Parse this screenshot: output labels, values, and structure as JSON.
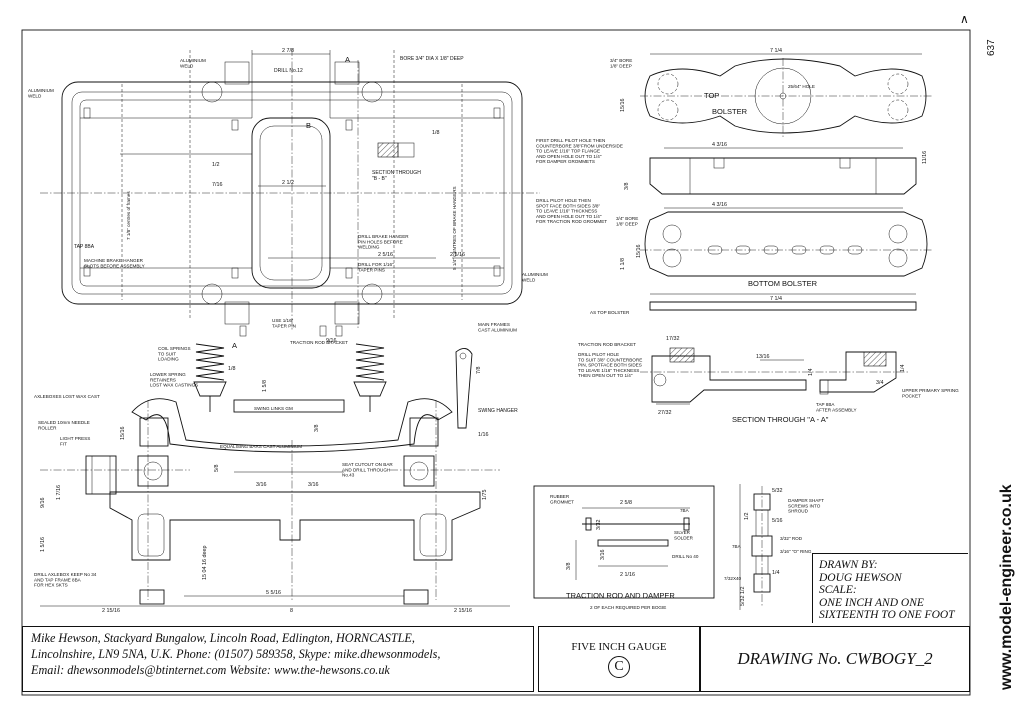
{
  "sheet_number": "637",
  "north_marker": "∧",
  "website_vertical": "www.model-engineer.co.uk",
  "title_block": {
    "address_lines": [
      "Mike Hewson, Stackyard Bungalow, Lincoln Road, Edlington, HORNCASTLE,",
      "Lincolnshire, LN9 5NA, U.K. Phone: (01507) 589358, Skype: mike.dhewsonmodels,",
      "Email: dhewsonmodels@btinternet.com Website: www.the-hewsons.co.uk"
    ],
    "gauge": "FIVE INCH GAUGE",
    "gauge_letter": "C",
    "drawing_number": "DRAWING No. CWBOGY_2",
    "drawn_by_label": "DRAWN BY:",
    "drawn_by": "DOUG HEWSON",
    "scale_label": "SCALE:",
    "scale_line1": "ONE INCH AND ONE",
    "scale_line2": "SIXTEENTH TO ONE FOOT"
  },
  "frame_view": {
    "labels": {
      "aluminium_weld_top": "ALUMINIUM\nWELD",
      "aluminium_weld_left": "ALUMINIUM\nWELD",
      "drill_no12": "DRILL No.12",
      "bore": "BORE 3/4\" DIA X 1/8\" DEEP",
      "section_a": "A",
      "section_bb": "SECTION THROUGH\n\"B - B\"",
      "centres_frames": "7 1/8\" centres of frames",
      "centres_brake": "5 1/4\" CENTRES OF BRAKE HANGERS",
      "tap_8ba": "TAP 8BA",
      "machine_brake": "MACHINE BRAKE HANGER\nSLOTS BEFORE ASSEMBLY",
      "drill_brake": "DRILL BRAKE HANGER\nPIN HOLES BEFORE\nWELDING",
      "drill_taper": "DRILL FOR 1/16\"\nTAPER PINS",
      "aluminium_weld_right": "ALUMINIUM\nWELD",
      "main_frames": "MAIN FRAMES\nCAST ALUMINIUM",
      "use_taper_pin": "USE 1/16\"\nTAPER PIN",
      "b": "B"
    },
    "dims": {
      "top": "2 7/8",
      "half": "1/2",
      "seven16": "7/16",
      "two_half": "2 1/2",
      "two_5_16": "2 5/16",
      "two_5_16b": "2 5/16",
      "one_8": "1/8"
    }
  },
  "spring_view": {
    "labels": {
      "coil_springs": "COIL SPRINGS\nTO SUIT\nLOADING",
      "lower_spring": "LOWER SPRING\nRETAINERS\nLOST WAX CASTINGS",
      "traction_rod_bracket": "TRACTION ROD BRACKET",
      "swing_links": "SWING    LINKS  GM",
      "swing_hanger": "SWING HANGER",
      "axleboxes": "AXLEBOXES     LOST WAX CAST",
      "sealed": "SEALED 10mm NEEDLE\nROLLER",
      "light_press": "LIGHT PRESS\nFIT",
      "equalising": "EQUALISING BARS     CAST ALUMINIUM",
      "seat_cutout": "SEAT CUTOUT ON BAR\nAND DRILL THROUGH\nNo.43",
      "drill_axlebox": "DRILL AXLEBOX KEEP No 34\nAND TAP FRAME 8BA\nFOR HEX SKTS",
      "a": "A"
    },
    "dims": {
      "one_8": "1/8",
      "one_5_8": "1 5/8",
      "three_8": "3/8",
      "nine_16": "9/16",
      "seven_8": "7/8",
      "fifteen_16": "15/16",
      "five_8": "5/8",
      "three_16a": "3/16",
      "three_16b": "3/16",
      "nine_16b": "9/16",
      "one_7_16": "1 7/16",
      "one_5_16": "1 5/16",
      "fifteen_64": "15 04 16 deep",
      "five_5_16": "5 5/16",
      "two_15_16a": "2 15/16",
      "eight": "8",
      "two_15_16b": "2 15/16",
      "one_75": "1/75",
      "one_16": "1/16"
    }
  },
  "bolster_view": {
    "labels": {
      "bore_top": "3/4\" BORE\n1/8\" DEEP",
      "top_bolster": "TOP",
      "bolster": "BOLSTER",
      "hole": "25/64\" HOLE",
      "first_drill": "FIRST DRILL PILOT HOLE THEN\nCOUNTERBORE 3/8\"FROM UNDERSIDE\nTO LEAVE 1/16\" TOP FLANGE\nAND OPEN HOLE OUT TO 1/4\"\nFOR DAMPER GROMMETS",
      "drill_pilot": "DRILL PILOT HOLE THEN\nSPOT FACE BOTH SIDES 3/8\"\nTO LEAVE 1/16\" THICKNESS\nAND OPEN HOLE OUT TO 1/4\"\nFOR TRACTION ROD GROMMET",
      "bore_bottom": "3/4\" BORE\n1/8\" DEEP",
      "bottom_bolster": "BOTTOM BOLSTER",
      "as_top": "AS TOP BOLSTER"
    },
    "dims": {
      "seven_14a": "7 1/4",
      "fifteen_16": "15/16",
      "four_3_16a": "4 3/16",
      "eleven_16": "11/16",
      "three_8": "3/8",
      "four_3_16b": "4 3/16",
      "one_18": "1 1/8",
      "seven_14b": "7 1/4",
      "fifteen_16b": "15/16"
    }
  },
  "bracket_view": {
    "labels": {
      "traction_bracket": "TRACTION ROD BRACKET",
      "drill_pilot": "DRILL PILOT HOLE\nTO SUIT 3/8\" COUNTERBORE\nPIN, SPOTFACE BOTH SIDES\nTO LEAVE 1/16\" THICKNESS\nTHEN OPEN OUT TO 1/4\"",
      "section_aa": "SECTION THROUGH \"A - A\"",
      "tap_8ba": "TAP 8BA\nAFTER ASSEMBLY",
      "upper_spring": "UPPER PRIMARY SPRING\nPOCKET"
    },
    "dims": {
      "seventeen_32": "17/32",
      "thirteen_16": "13/16",
      "twenty7_32": "27/32",
      "quarter": "1/4",
      "three_4": "3/4",
      "one_4b": "1/4"
    }
  },
  "traction_rod_view": {
    "labels": {
      "rubber_grommet": "RUBBER\nGROMMET",
      "silver_solder": "SILVER\nSOLDER",
      "drill_40": "DRILL No 40",
      "title": "TRACTION ROD AND DAMPER",
      "subtitle": "2 OF EACH REQUIRED PER BOGIE",
      "seven_ba": "7BA"
    },
    "dims": {
      "two_5_8": "2 5/8",
      "three_32": "3/32",
      "three_8": "3/8",
      "three_16": "3/16",
      "two_1_16": "2 1/16"
    }
  },
  "damper_view": {
    "labels": {
      "damper_shaft": "DAMPER SHAFT\nSCREWS INTO\nSHROUD",
      "rod": "3/32\" ROD",
      "o_ring": "3/16\" \"O\" RING",
      "seven_ba": "7BA",
      "thread": "7/32X40"
    },
    "dims": {
      "five_32a": "5/32",
      "half": "1/2",
      "five_16": "5/16",
      "one_4": "1/4",
      "five_32b": "5/32 1/2"
    }
  }
}
